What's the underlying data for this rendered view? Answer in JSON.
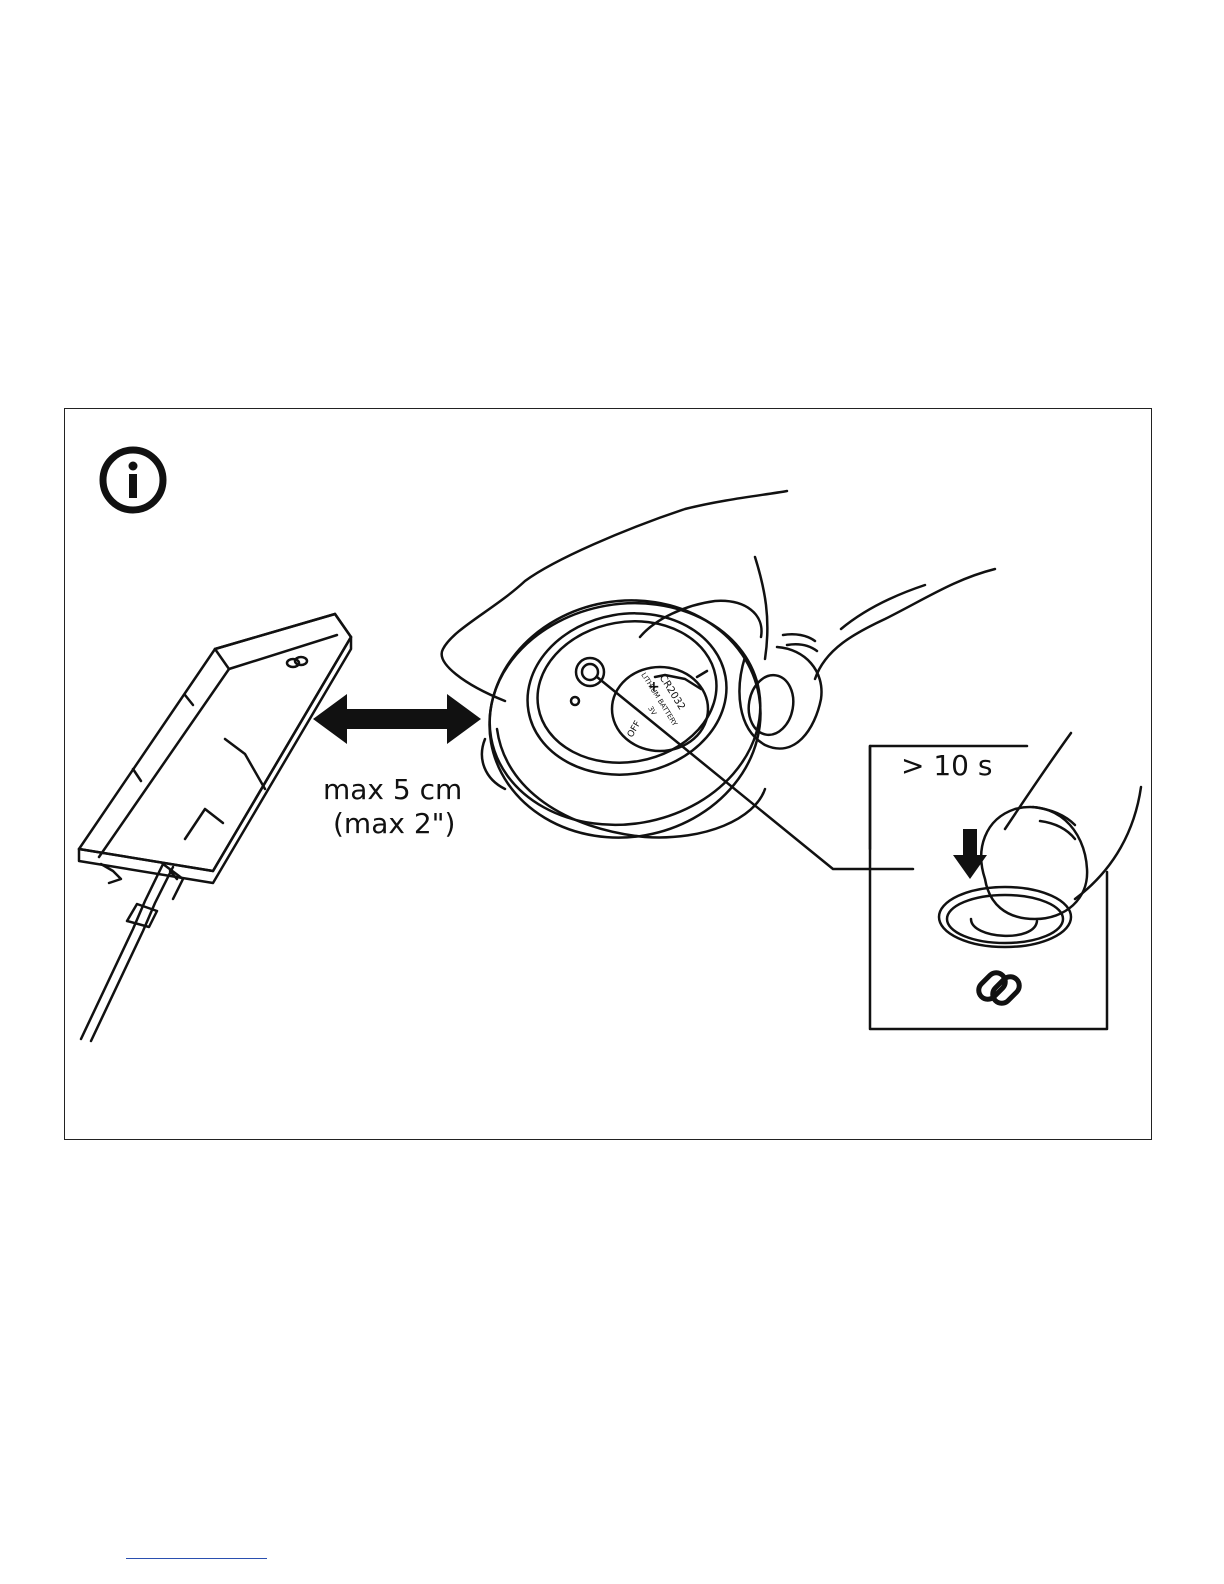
{
  "figure": {
    "distance_label_line1": "max 5 cm",
    "distance_label_line2": "(max 2\")",
    "press_time_label": "> 10 s",
    "battery_text": {
      "polarity": "+",
      "model": "CR2032",
      "type": "LITHIUM BATTERY",
      "voltage": "3V",
      "off": "OFF"
    }
  },
  "colors": {
    "line": "#111111",
    "footer_rule": "#2a4fb0"
  }
}
